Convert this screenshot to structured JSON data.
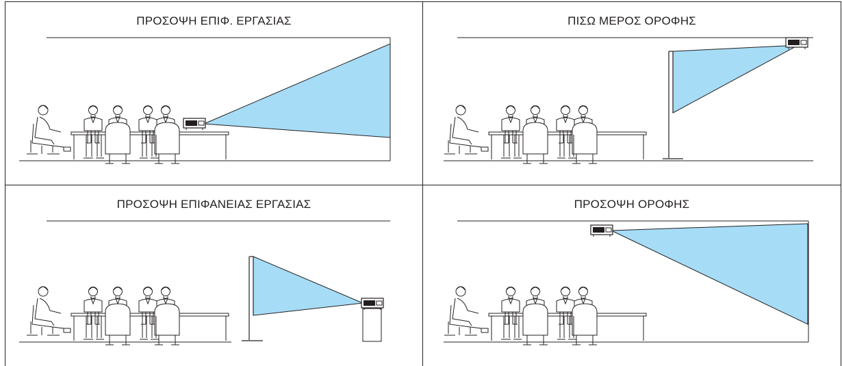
{
  "colors": {
    "beam": "#a6dcf6",
    "line": "#231f20",
    "background": "#ffffff"
  },
  "panels": [
    {
      "title": "ΠΡΟΣΟΨΗ ΕΠΙΦ. ΕΡΓΑΣΙΑΣ",
      "mode": "desk-front"
    },
    {
      "title": "ΠΙΣΩ ΜΕΡΟΣ ΟΡΟΦΗΣ",
      "mode": "ceiling-rear"
    },
    {
      "title": "ΠΡΟΣΟΨΗ ΕΠΙΦΑΝΕΙΑΣ ΕΡΓΑΣΙΑΣ",
      "mode": "desk-rear"
    },
    {
      "title": "ΠΡΟΣΟΨΗ ΟΡΟΦΗΣ",
      "mode": "ceiling-front"
    }
  ]
}
